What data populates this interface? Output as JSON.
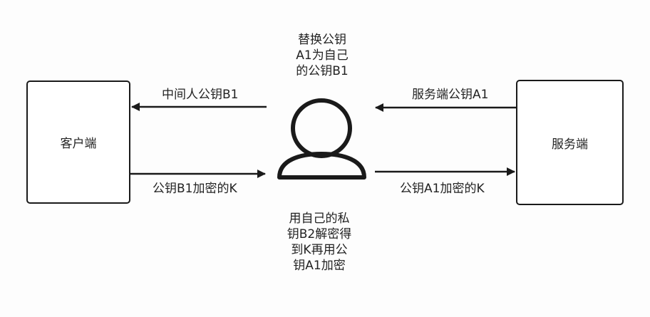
{
  "nodes": {
    "client": "客户端",
    "server": "服务端"
  },
  "labels": {
    "mitm_public_key_b1": "中间人公钥B1",
    "server_public_key_a1": "服务端公钥A1",
    "b1_encrypted_k": "公钥B1加密的K",
    "a1_encrypted_k": "公钥A1加密的K"
  },
  "notes": {
    "replace_key": "替换公钥\nA1为自己\n的公钥B1",
    "decrypt_reencrypt": "用自己的私\n钥B2解密得\n到K再用公\n钥A1加密"
  },
  "icons": {
    "attacker": "person-icon"
  },
  "colors": {
    "stroke": "#1a1a1a",
    "text": "#222222"
  }
}
